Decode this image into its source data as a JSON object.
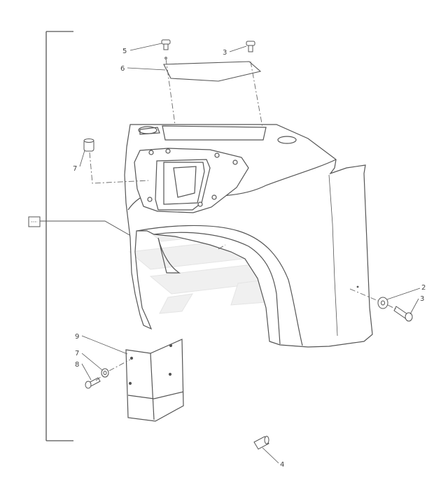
{
  "diagram": {
    "callouts": {
      "c5": "5",
      "c3_top": "3",
      "c6": "6",
      "c7_upper": "7",
      "c2": "2",
      "c3_right": "3",
      "c9": "9",
      "c7_lower": "7",
      "c8": "8",
      "c4": "4"
    },
    "colors": {
      "line": "#555555",
      "watermark": "#eeeeee"
    }
  }
}
